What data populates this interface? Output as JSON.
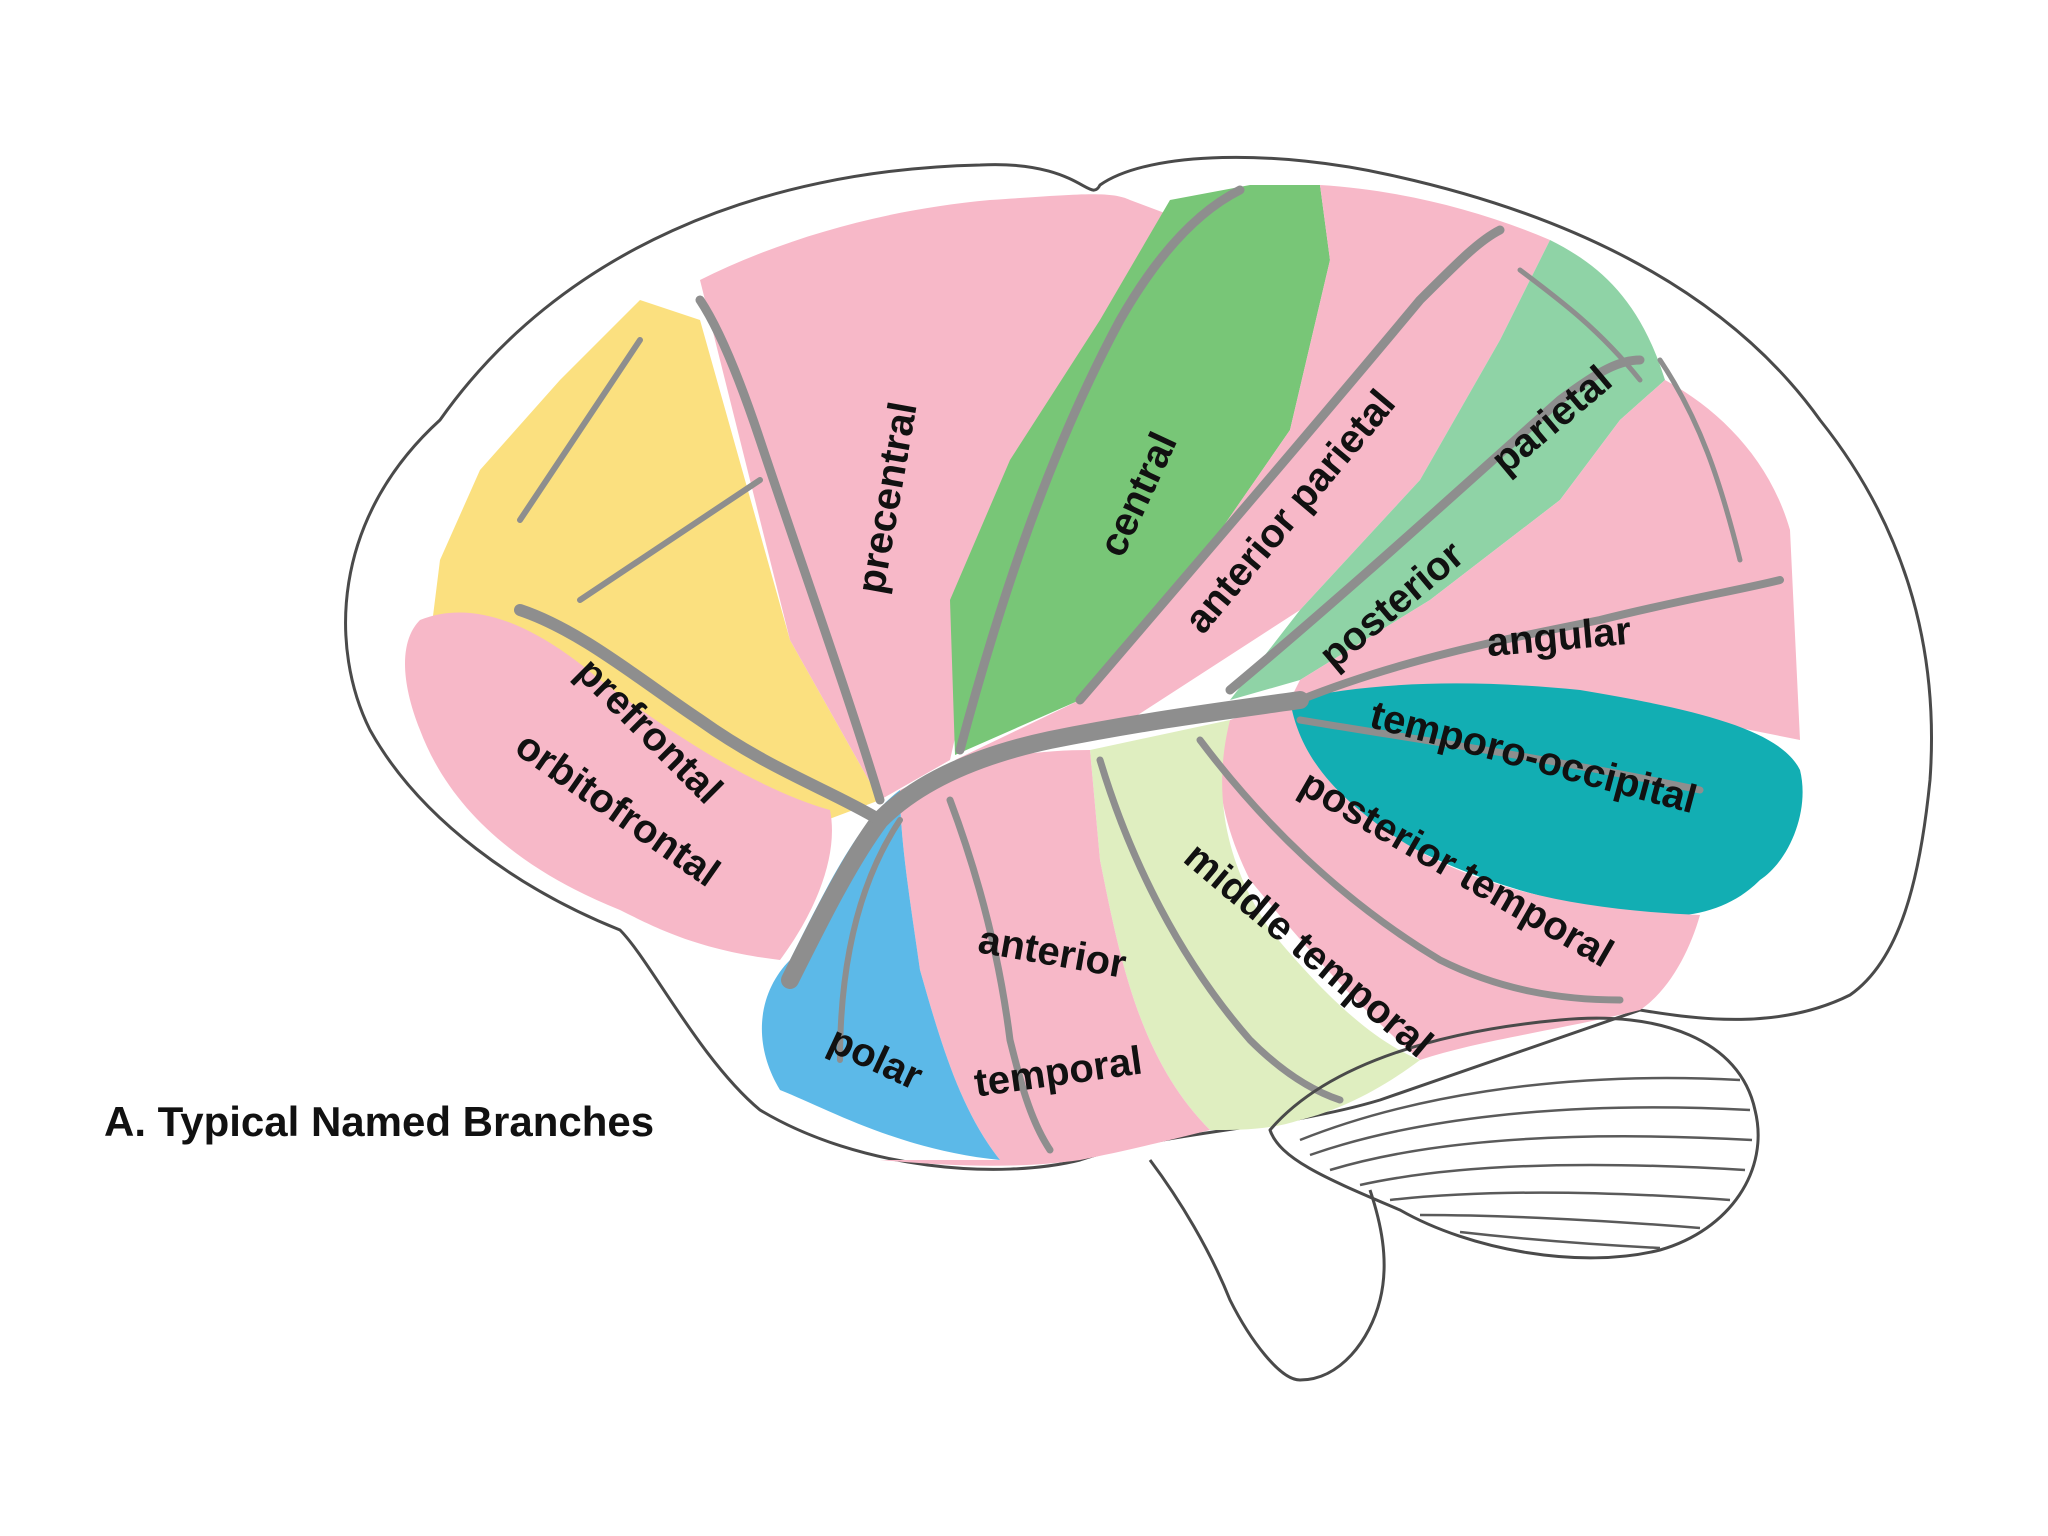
{
  "figure": {
    "caption": "A. Typical Named Branches",
    "colors": {
      "pink": "#f7b8c8",
      "yellow": "#fbe07f",
      "green": "#78c677",
      "mint": "#8fd3a6",
      "teal": "#12aeb3",
      "blue": "#5cb9e8",
      "light_green": "#dfeec0",
      "vessel": "#8e8e8e",
      "brain_fill": "#ffffff",
      "brain_outline": "#4a4a4a"
    }
  },
  "labels": {
    "prefrontal": "prefrontal",
    "orbitofrontal": "orbitofrontal",
    "precentral": "precentral",
    "central": "central",
    "anterior_parietal": "anterior parietal",
    "posterior_parietal_1": "posterior",
    "posterior_parietal_2": "parietal",
    "angular": "angular",
    "temporo_occipital": "temporo-occipital",
    "posterior_temporal": "posterior temporal",
    "middle_temporal": "middle temporal",
    "anterior_temporal_1": "anterior",
    "anterior_temporal_2": "temporal",
    "polar": "polar"
  }
}
